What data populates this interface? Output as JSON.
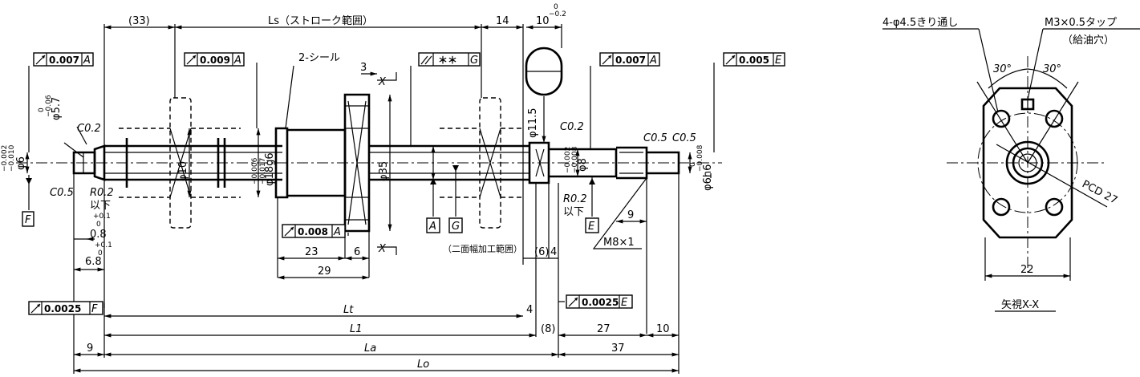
{
  "front_view": {
    "dimensions": {
      "d33": "(33)",
      "ls": "Ls（ストローク範囲）",
      "d14": "14",
      "d10_top": "10",
      "d10_tol_up": "0",
      "d10_tol_lo": "−0.2",
      "d3": "3",
      "d11_5": "φ11.5",
      "d35": "φ35",
      "d10_shaft": "φ10",
      "d18g6": "φ18g6",
      "d18_tol_up": "−0.006",
      "d18_tol_lo": "−0.017",
      "d6_left": "φ6",
      "d6_tol_up": "−0.002",
      "d6_tol_lo": "−0.010",
      "d5_7": "φ5.7",
      "d5_7_tol_up": "0",
      "d5_7_tol_lo": "−0.06",
      "d8": "φ8",
      "d8_tol_up": "−0.002",
      "d8_tol_lo": "−0.008",
      "d6h6": "φ6h6",
      "d6h6_tol_up": "0",
      "d6h6_tol_lo": "−0.008",
      "d0_8": "0.8",
      "d0_8_tol_up": "+0.1",
      "d0_8_tol_lo": "0",
      "d6_8": "6.8",
      "d6_8_tol_up": "+0.1",
      "d6_8_tol_lo": "0",
      "d23": "23",
      "d6": "6",
      "d29": "29",
      "d9_m8": "9",
      "d6_paren": "(6)",
      "d4_a": "4",
      "d4_b": "4",
      "d9_bottom": "9",
      "d27": "27",
      "d10_bottom": "10",
      "d37": "37",
      "d8_paren": "(8)",
      "lt": "Lt",
      "l1": "L1",
      "la": "La",
      "lo": "Lo",
      "nimen": "（二面幅加工範囲）"
    },
    "labels": {
      "seal": "2-シール",
      "c02_left": "C0.2",
      "c05_left": "C0.5",
      "r02_left": "R0.2",
      "ika_left": "以下",
      "c02_right": "C0.2",
      "r02_right": "R0.2",
      "ika_right": "以下",
      "c05_r1": "C0.5",
      "c05_r2": "C0.5",
      "m8": "M8×1",
      "x_top": "X",
      "x_bottom": "X"
    },
    "frames": [
      {
        "value": "0.007",
        "datum": "A"
      },
      {
        "value": "0.009",
        "datum": "A"
      },
      {
        "value": "0.008",
        "datum": "A"
      },
      {
        "value": "＊＊",
        "datum": "G"
      },
      {
        "value": "0.007",
        "datum": "A"
      },
      {
        "value": "0.005",
        "datum": "E"
      },
      {
        "value": "0.0025",
        "datum": "F"
      },
      {
        "value": "0.0025",
        "datum": "E"
      }
    ],
    "datums": [
      "F",
      "A",
      "G",
      "E"
    ]
  },
  "side_view": {
    "holes": "4-φ4.5きり通し",
    "tap": "M3×0.5タップ",
    "tap_note": "（給油穴）",
    "angle_left": "30°",
    "angle_right": "30°",
    "pcd": "PCD 27",
    "width": "22",
    "title": "矢視X-X"
  }
}
